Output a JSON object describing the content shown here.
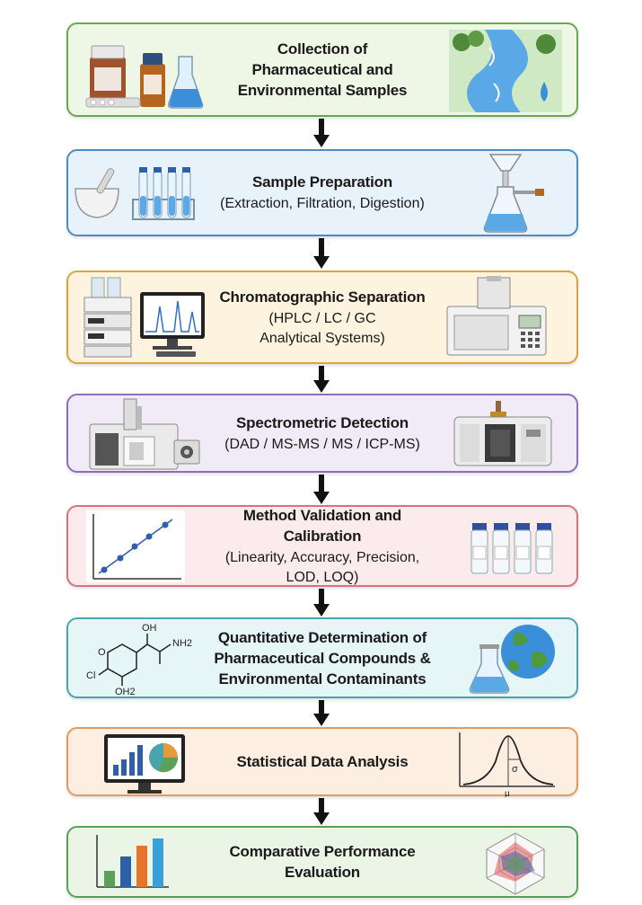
{
  "colors": {
    "arrow": "#111111",
    "step_borders": [
      "#6aa84f",
      "#4a8cc4",
      "#d9a441",
      "#8a6fba",
      "#d9727a",
      "#4aa3ad",
      "#e69a5a",
      "#5aa05a"
    ],
    "step_fills": [
      "#eef6e6",
      "#e8f2fb",
      "#fdf3de",
      "#f1ebf7",
      "#fcebed",
      "#e6f5f6",
      "#fdeee2",
      "#eaf5e6"
    ]
  },
  "steps": [
    {
      "title": "Collection of\nPharmaceutical and\nEnvironmental Samples",
      "subtitle": "",
      "left_icon": "medicine-bottles-icon",
      "right_icon": "river-water-icon"
    },
    {
      "title": "Sample Preparation",
      "subtitle": "(Extraction, Filtration, Digestion)",
      "left_icon": "mortar-test-tubes-icon",
      "right_icon": "filtration-flask-icon"
    },
    {
      "title": "Chromatographic Separation",
      "subtitle": "(HPLC / LC / GC\nAnalytical Systems)",
      "left_icon": "hplc-system-icon",
      "right_icon": "gc-instrument-icon"
    },
    {
      "title": "Spectrometric Detection",
      "subtitle": "(DAD / MS-MS / MS / ICP-MS)",
      "left_icon": "mass-spectrometer-icon",
      "right_icon": "icp-ms-instrument-icon"
    },
    {
      "title": "Method Validation and Calibration",
      "subtitle": "(Linearity, Accuracy, Precision,\nLOD,  LOQ)",
      "left_icon": "calibration-curve-icon",
      "right_icon": "sample-vials-icon"
    },
    {
      "title": "Quantitative Determination of\nPharmaceutical Compounds &\nEnvironmental Contaminants",
      "subtitle": "",
      "left_icon": "chemical-structure-icon",
      "right_icon": "flask-globe-icon"
    },
    {
      "title": "Statistical Data Analysis",
      "subtitle": "",
      "left_icon": "monitor-charts-icon",
      "right_icon": "normal-distribution-icon"
    },
    {
      "title": "Comparative Performance Evaluation",
      "subtitle": "",
      "left_icon": "bar-chart-icon",
      "right_icon": "radar-chart-icon"
    }
  ],
  "structure_labels": {
    "oh": "OH",
    "nh2": "NH2",
    "o": "O",
    "cl": "Cl",
    "oh2": "OH2"
  },
  "dist_labels": {
    "sigma": "σ",
    "mu": "μ"
  }
}
